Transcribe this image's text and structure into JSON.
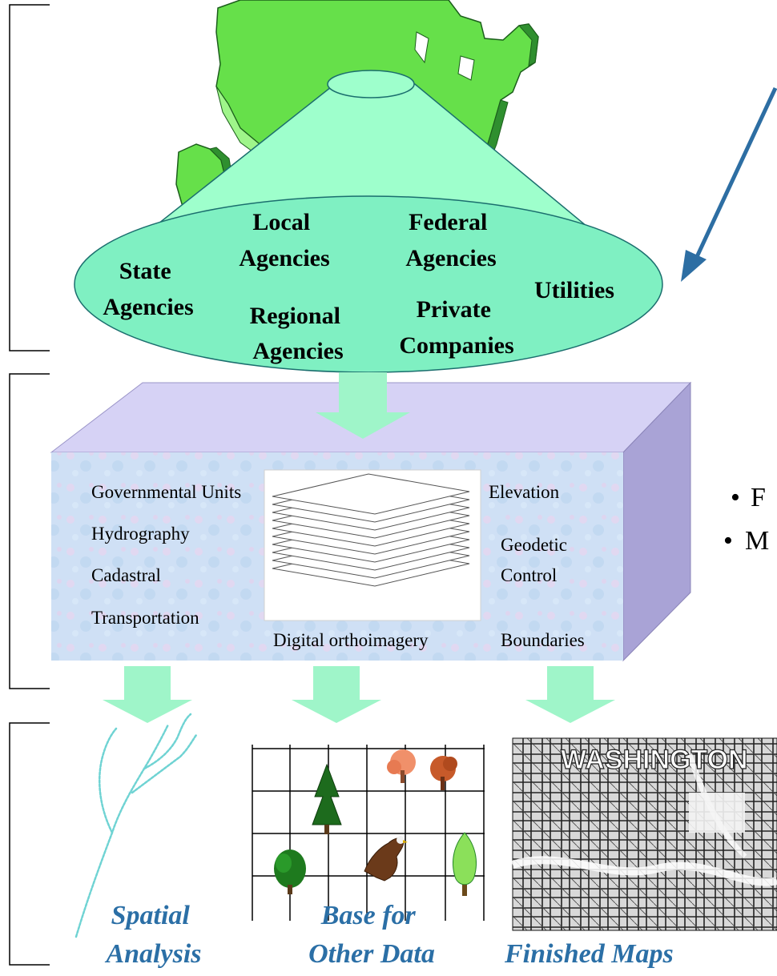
{
  "agencies": {
    "state": [
      "State",
      "Agencies"
    ],
    "local": [
      "Local",
      "Agencies"
    ],
    "federal": [
      "Federal",
      "Agencies"
    ],
    "utilities": "Utilities",
    "regional": [
      "Regional",
      "Agencies"
    ],
    "private": [
      "Private",
      "Companies"
    ]
  },
  "themes": {
    "governmental_units": "Governmental Units",
    "hydrography": "Hydrography",
    "cadastral": "Cadastral",
    "transportation": "Transportation",
    "elevation": "Elevation",
    "geodetic_control": [
      "Geodetic",
      "Control"
    ],
    "digital_orthoimagery": "Digital orthoimagery",
    "boundaries": "Boundaries"
  },
  "outputs": {
    "spatial_analysis": [
      "Spatial",
      "Analysis"
    ],
    "base_for_other_data": [
      "Base for",
      "Other Data"
    ],
    "finished_maps": "Finished Maps"
  },
  "side_bullets": [
    {
      "marker": "•",
      "text": "F"
    },
    {
      "marker": "•",
      "text": "M"
    }
  ],
  "map_label": "WASHINGTON",
  "colors": {
    "map_green": "#66e04a",
    "map_dark_green": "#1f8f1f",
    "cone_fill": "#9effcc",
    "ellipse_fill": "#7ff0c2",
    "box_front": "#cfe0f5",
    "box_top": "#d6d2f5",
    "box_side": "#a9a3d6",
    "flow_arrow": "#9ff5c9",
    "pointer_arrow": "#2d6ea3",
    "caption": "#2b6fa6",
    "stream": "#6fd3d3"
  }
}
